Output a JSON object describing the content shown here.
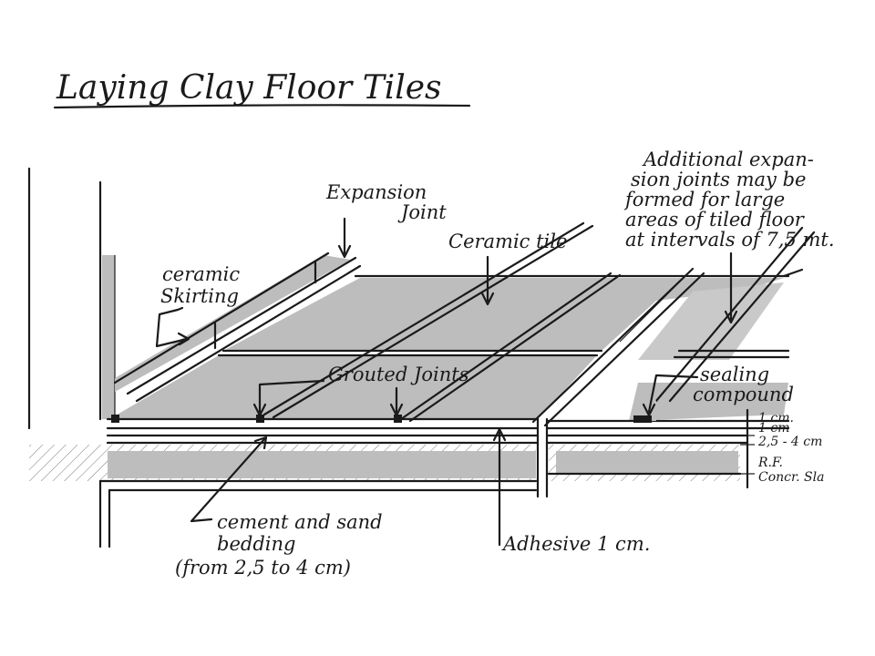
{
  "title": "Laying Clay Floor Tiles",
  "labels": {
    "expansion_joint_1": "Expansion",
    "expansion_joint_2": "Joint",
    "ceramic_tile": "Ceramic tile",
    "ceramic_skirting_1": "ceramic",
    "ceramic_skirting_2": "Skirting",
    "grouted_joints": "Grouted Joints",
    "additional_1": "Additional expan-",
    "additional_2": "sion joints may be",
    "additional_3": "formed for large",
    "additional_4": "areas of tiled floor",
    "additional_5": "at intervals of 7,5 mt.",
    "sealing_1": "sealing",
    "sealing_2": "compound",
    "dim_1": "1 cm.",
    "dim_2": "1 cm",
    "dim_3": "2,5 - 4 cm",
    "rf_1": "R.F.",
    "rf_2": "Concr. Sla",
    "bedding_1": "cement and sand",
    "bedding_2": "bedding",
    "bedding_3": "(from 2,5 to 4 cm)",
    "adhesive": "Adhesive 1 cm."
  },
  "colors": {
    "ink": "#1a1a1a",
    "shade": "#bdbdbd",
    "paper": "#ffffff"
  }
}
